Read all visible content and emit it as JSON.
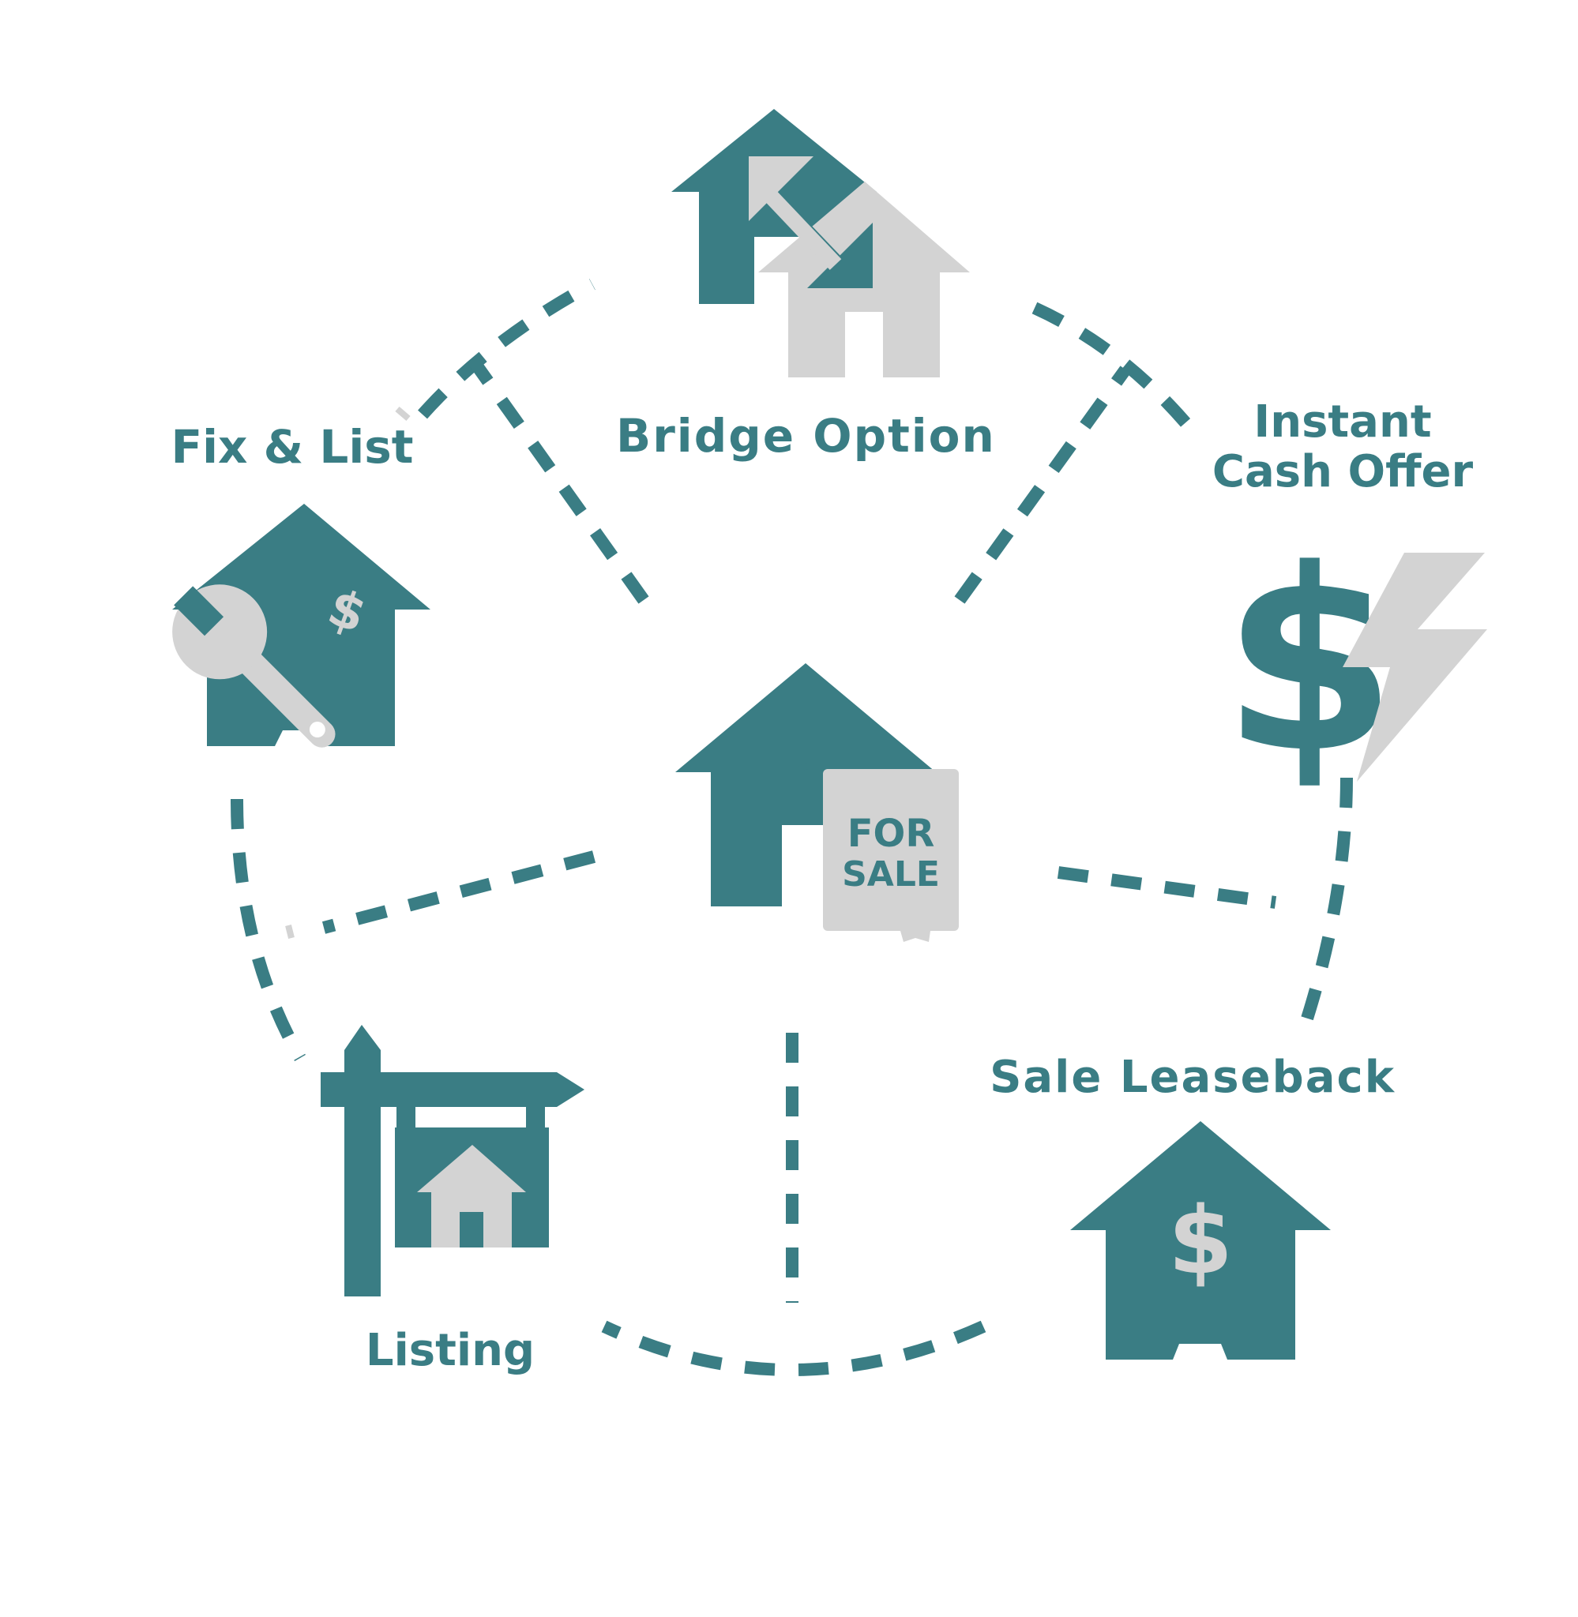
{
  "colors": {
    "primary": "#3a7d84",
    "secondary": "#d3d3d3",
    "background": "#ffffff"
  },
  "nodes": {
    "center": {
      "icon": "house-for-sale-icon",
      "sign_line1": "FOR",
      "sign_line2": "SALE"
    },
    "bridge_option": {
      "label": "Bridge Option",
      "icon": "house-swap-icon"
    },
    "fix_and_list": {
      "label": "Fix & List",
      "icon": "house-wrench-icon",
      "badge": "$"
    },
    "instant_cash_offer": {
      "label_line1": "Instant",
      "label_line2": "Cash Offer",
      "icon": "dollar-lightning-icon",
      "symbol": "$"
    },
    "listing": {
      "label": "Listing",
      "icon": "listing-sign-icon"
    },
    "sale_leaseback": {
      "label": "Sale Leaseback",
      "icon": "house-dollar-icon",
      "symbol": "$"
    }
  }
}
